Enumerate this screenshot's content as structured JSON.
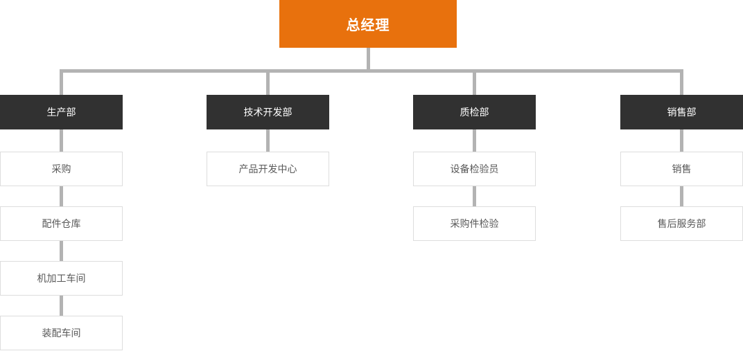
{
  "colors": {
    "root_bg": "#e8710d",
    "dept_bg": "#313131",
    "node_border": "#dddddd",
    "node_text": "#595959",
    "connector": "#b3b3b3",
    "root_text": "#ffffff",
    "dept_text": "#ffffff"
  },
  "org": {
    "root": {
      "label": "总经理"
    },
    "columns": [
      {
        "dept": {
          "label": "生产部"
        },
        "children": [
          {
            "label": "采购"
          },
          {
            "label": "配件仓库"
          },
          {
            "label": "机加工车间"
          },
          {
            "label": "装配车间"
          }
        ]
      },
      {
        "dept": {
          "label": "技术开发部"
        },
        "children": [
          {
            "label": "产品开发中心"
          }
        ]
      },
      {
        "dept": {
          "label": "质检部"
        },
        "children": [
          {
            "label": "设备检验员"
          },
          {
            "label": "采购件检验"
          }
        ]
      },
      {
        "dept": {
          "label": "销售部"
        },
        "children": [
          {
            "label": "销售"
          },
          {
            "label": "售后服务部"
          }
        ]
      }
    ]
  }
}
